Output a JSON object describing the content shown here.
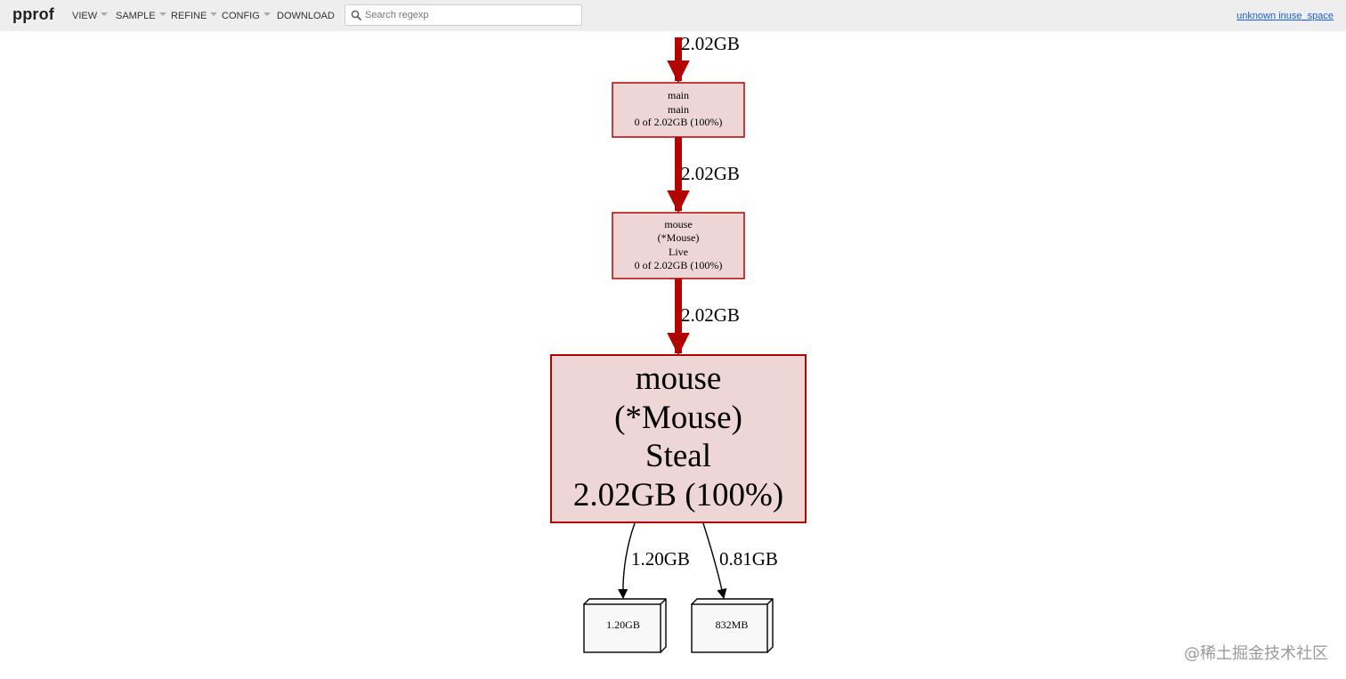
{
  "header": {
    "logo": "pprof",
    "menu": [
      {
        "label": "VIEW",
        "has_dropdown": true
      },
      {
        "label": "SAMPLE",
        "has_dropdown": true
      },
      {
        "label": "REFINE",
        "has_dropdown": true
      },
      {
        "label": "CONFIG",
        "has_dropdown": true
      },
      {
        "label": "DOWNLOAD",
        "has_dropdown": false
      }
    ],
    "search": {
      "placeholder": "Search regexp",
      "value": "",
      "icon": "search-icon"
    },
    "sample_link": "unknown inuse_space"
  },
  "graph": {
    "edges": [
      {
        "label": "2.02GB",
        "style": "thick-red"
      },
      {
        "label": "2.02GB",
        "style": "thick-red"
      },
      {
        "label": "2.02GB",
        "style": "thick-red"
      },
      {
        "label": "1.20GB",
        "style": "thin-black"
      },
      {
        "label": "0.81GB",
        "style": "thin-black"
      }
    ],
    "nodes": [
      {
        "lines": [
          "main",
          "main",
          "0 of 2.02GB (100%)"
        ]
      },
      {
        "lines": [
          "mouse",
          "(*Mouse)",
          "Live",
          "0 of 2.02GB (100%)"
        ]
      },
      {
        "lines": [
          "mouse",
          "(*Mouse)",
          "Steal",
          "2.02GB (100%)"
        ]
      }
    ],
    "boxes": [
      {
        "label": "1.20GB"
      },
      {
        "label": "832MB"
      }
    ]
  },
  "watermark": "@稀土掘金技术社区",
  "colors": {
    "edge_hot": "#b20400",
    "node_fill": "#edd6d5",
    "node_border": "#b20400",
    "box_fill": "#f8f8f8",
    "header_bg": "#eeeeee",
    "link": "#1a5fd8"
  }
}
